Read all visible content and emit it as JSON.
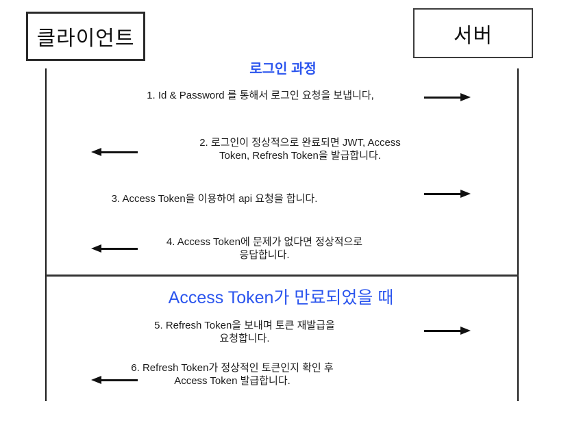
{
  "colors": {
    "accent_blue": "#2b55ee",
    "line_black": "#111111",
    "background": "#ffffff"
  },
  "actors": {
    "client": {
      "label": "클라이언트"
    },
    "server": {
      "label": "서버"
    }
  },
  "sections": {
    "login": {
      "title": "로그인 과정"
    },
    "expired": {
      "title": "Access Token가 만료되었을 때"
    }
  },
  "messages": {
    "m1": {
      "direction": "right",
      "from": "client",
      "to": "server",
      "lines": [
        "1. Id & Password 를 통해서 로그인 요청을 보냅니다,"
      ]
    },
    "m2": {
      "direction": "left",
      "from": "server",
      "to": "client",
      "lines": [
        "2. 로그인이 정상적으로 완료되면 JWT, Access",
        "Token, Refresh Token을 발급합니다."
      ]
    },
    "m3": {
      "direction": "right",
      "from": "client",
      "to": "server",
      "lines": [
        "3. Access Token을 이용하여 api 요청을 합니다."
      ]
    },
    "m4": {
      "direction": "left",
      "from": "server",
      "to": "client",
      "lines": [
        "4. Access Token에 문제가 없다면 정상적으로",
        "응답합니다."
      ]
    },
    "m5": {
      "direction": "right",
      "from": "client",
      "to": "server",
      "lines": [
        "5. Refresh Token을 보내며 토큰 재발급을",
        "요청합니다."
      ]
    },
    "m6": {
      "direction": "left",
      "from": "server",
      "to": "client",
      "lines": [
        "6. Refresh Token가 정상적인 토큰인지 확인 후",
        "Access Token 발급합니다."
      ]
    }
  }
}
